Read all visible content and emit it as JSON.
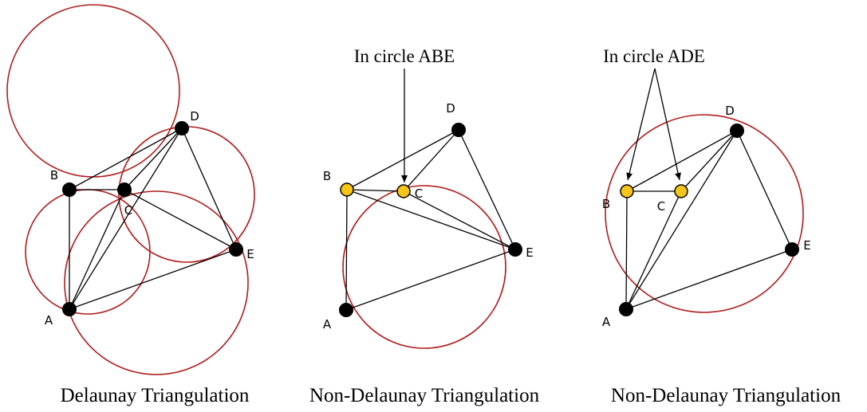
{
  "panels": [
    {
      "id": "delaunay",
      "caption": "Delaunay Triangulation",
      "points": {
        "A": {
          "label": "A",
          "highlight": false
        },
        "B": {
          "label": "B",
          "highlight": false
        },
        "C": {
          "label": "C",
          "highlight": false
        },
        "D": {
          "label": "D",
          "highlight": false
        },
        "E": {
          "label": "E",
          "highlight": false
        }
      },
      "edges": [
        [
          "A",
          "B"
        ],
        [
          "B",
          "C"
        ],
        [
          "B",
          "D"
        ],
        [
          "C",
          "D"
        ],
        [
          "D",
          "E"
        ],
        [
          "C",
          "E"
        ],
        [
          "A",
          "C"
        ],
        [
          "A",
          "E"
        ],
        [
          "A",
          "D"
        ]
      ],
      "annotation": null
    },
    {
      "id": "non-delaunay-1",
      "caption": "Non-Delaunay Triangulation",
      "points": {
        "A": {
          "label": "A",
          "highlight": false
        },
        "B": {
          "label": "B",
          "highlight": true
        },
        "C": {
          "label": "C",
          "highlight": true
        },
        "D": {
          "label": "D",
          "highlight": false
        },
        "E": {
          "label": "E",
          "highlight": false
        }
      },
      "edges": [
        [
          "A",
          "B"
        ],
        [
          "B",
          "E"
        ],
        [
          "A",
          "E"
        ],
        [
          "B",
          "D"
        ],
        [
          "D",
          "E"
        ],
        [
          "B",
          "C"
        ],
        [
          "C",
          "D"
        ],
        [
          "C",
          "E"
        ]
      ],
      "annotation": {
        "text": "In circle ABE"
      }
    },
    {
      "id": "non-delaunay-2",
      "caption": "Non-Delaunay Triangulation",
      "points": {
        "A": {
          "label": "A",
          "highlight": false
        },
        "B": {
          "label": "B",
          "highlight": true
        },
        "C": {
          "label": "C",
          "highlight": true
        },
        "D": {
          "label": "D",
          "highlight": false
        },
        "E": {
          "label": "E",
          "highlight": false
        }
      },
      "edges": [
        [
          "A",
          "B"
        ],
        [
          "B",
          "D"
        ],
        [
          "A",
          "D"
        ],
        [
          "D",
          "E"
        ],
        [
          "A",
          "E"
        ],
        [
          "B",
          "C"
        ],
        [
          "A",
          "C"
        ],
        [
          "C",
          "D"
        ]
      ],
      "annotation": {
        "text": "In circle ADE"
      }
    }
  ],
  "colors": {
    "circle": "#b01c1c",
    "vertex": "#000000",
    "highlight_vertex": "#f5c518"
  }
}
